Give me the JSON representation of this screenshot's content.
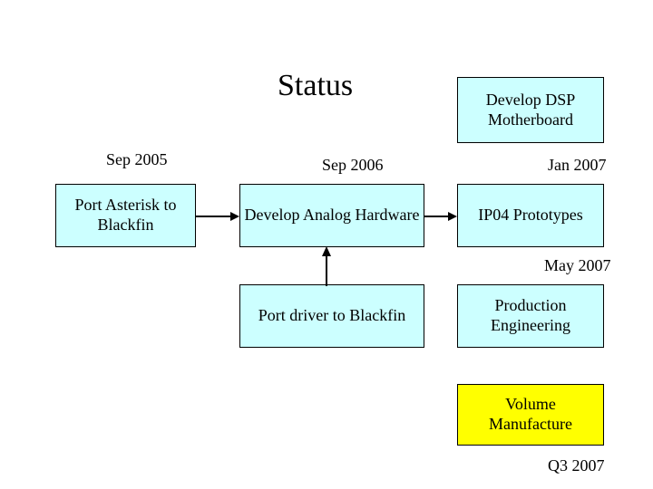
{
  "diagram": {
    "title": "Status",
    "colors": {
      "box_fill_cyan": "#ccffff",
      "box_fill_yellow": "#ffff00",
      "box_border": "#000000",
      "arrow": "#000000",
      "background": "#ffffff"
    },
    "boxes": [
      {
        "id": "port-asterisk-to-blackfin",
        "text": "Port Asterisk to Blackfin",
        "fill": "cyan"
      },
      {
        "id": "develop-analog-hardware",
        "text": "Develop Analog Hardware",
        "fill": "cyan"
      },
      {
        "id": "ip04-prototypes",
        "text": "IP04 Prototypes",
        "fill": "cyan"
      },
      {
        "id": "develop-dsp-motherboard",
        "text": "Develop DSP Motherboard",
        "fill": "cyan"
      },
      {
        "id": "port-driver-to-blackfin",
        "text": "Port driver to Blackfin",
        "fill": "cyan"
      },
      {
        "id": "production-engineering",
        "text": "Production Engineering",
        "fill": "cyan"
      },
      {
        "id": "volume-manufacture",
        "text": "Volume Manufacture",
        "fill": "yellow"
      }
    ],
    "labels": [
      {
        "id": "sep-2005",
        "text": "Sep 2005"
      },
      {
        "id": "sep-2006",
        "text": "Sep 2006"
      },
      {
        "id": "jan-2007",
        "text": "Jan 2007"
      },
      {
        "id": "may-2007",
        "text": "May 2007"
      },
      {
        "id": "q3-2007",
        "text": "Q3 2007"
      }
    ]
  }
}
